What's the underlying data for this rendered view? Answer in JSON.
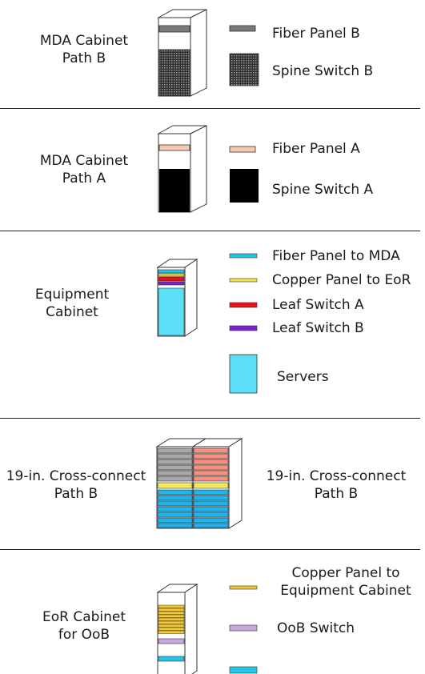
{
  "sections": [
    {
      "cabinet_label": [
        "MDA Cabinet",
        "Path B"
      ],
      "legend": [
        {
          "label": "Fiber Panel B",
          "color": "#7a7a7a",
          "icon": "fiber-panel-b-swatch"
        },
        {
          "label": "Spine Switch B",
          "color": "#555555",
          "icon": "spine-switch-b-swatch"
        }
      ]
    },
    {
      "cabinet_label": [
        "MDA Cabinet",
        "Path A"
      ],
      "legend": [
        {
          "label": "Fiber Panel A",
          "color": "#f6c8b0",
          "icon": "fiber-panel-a-swatch"
        },
        {
          "label": "Spine Switch A",
          "color": "#000000",
          "icon": "spine-switch-a-swatch"
        }
      ]
    },
    {
      "cabinet_label": [
        "Equipment",
        "Cabinet"
      ],
      "legend": [
        {
          "label": "Fiber Panel to MDA",
          "color": "#22c4e8",
          "icon": "fiber-panel-to-mda-swatch"
        },
        {
          "label": "Copper Panel to EoR",
          "color": "#f2e54a",
          "icon": "copper-panel-to-eor-swatch"
        },
        {
          "label": "Leaf Switch A",
          "color": "#e8101a",
          "icon": "leaf-switch-a-swatch"
        },
        {
          "label": "Leaf Switch B",
          "color": "#7a22cc",
          "icon": "leaf-switch-b-swatch"
        },
        {
          "label": "Servers",
          "color": "#5ce0f8",
          "icon": "servers-swatch"
        }
      ]
    },
    {
      "left_label": [
        "19-in. Cross-connect",
        "Path B"
      ],
      "right_label": [
        "19-in. Cross-connect",
        "Path B"
      ],
      "colors": {
        "gray": "#a8a8a8",
        "salmon": "#f59080",
        "yellow": "#f5ea5a",
        "blue": "#1fb4ec"
      }
    },
    {
      "cabinet_label": [
        "EoR Cabinet",
        "for OoB"
      ],
      "legend": [
        {
          "label": [
            "Copper Panel to",
            "Equipment Cabinet"
          ],
          "color": "#f2c93a",
          "icon": "copper-panel-to-equipment-swatch"
        },
        {
          "label": "OoB Switch",
          "color": "#c8a8e0",
          "icon": "oob-switch-swatch"
        },
        {
          "label": "",
          "color": "#22c4e8",
          "icon": "partial-cyan-swatch"
        }
      ]
    }
  ]
}
